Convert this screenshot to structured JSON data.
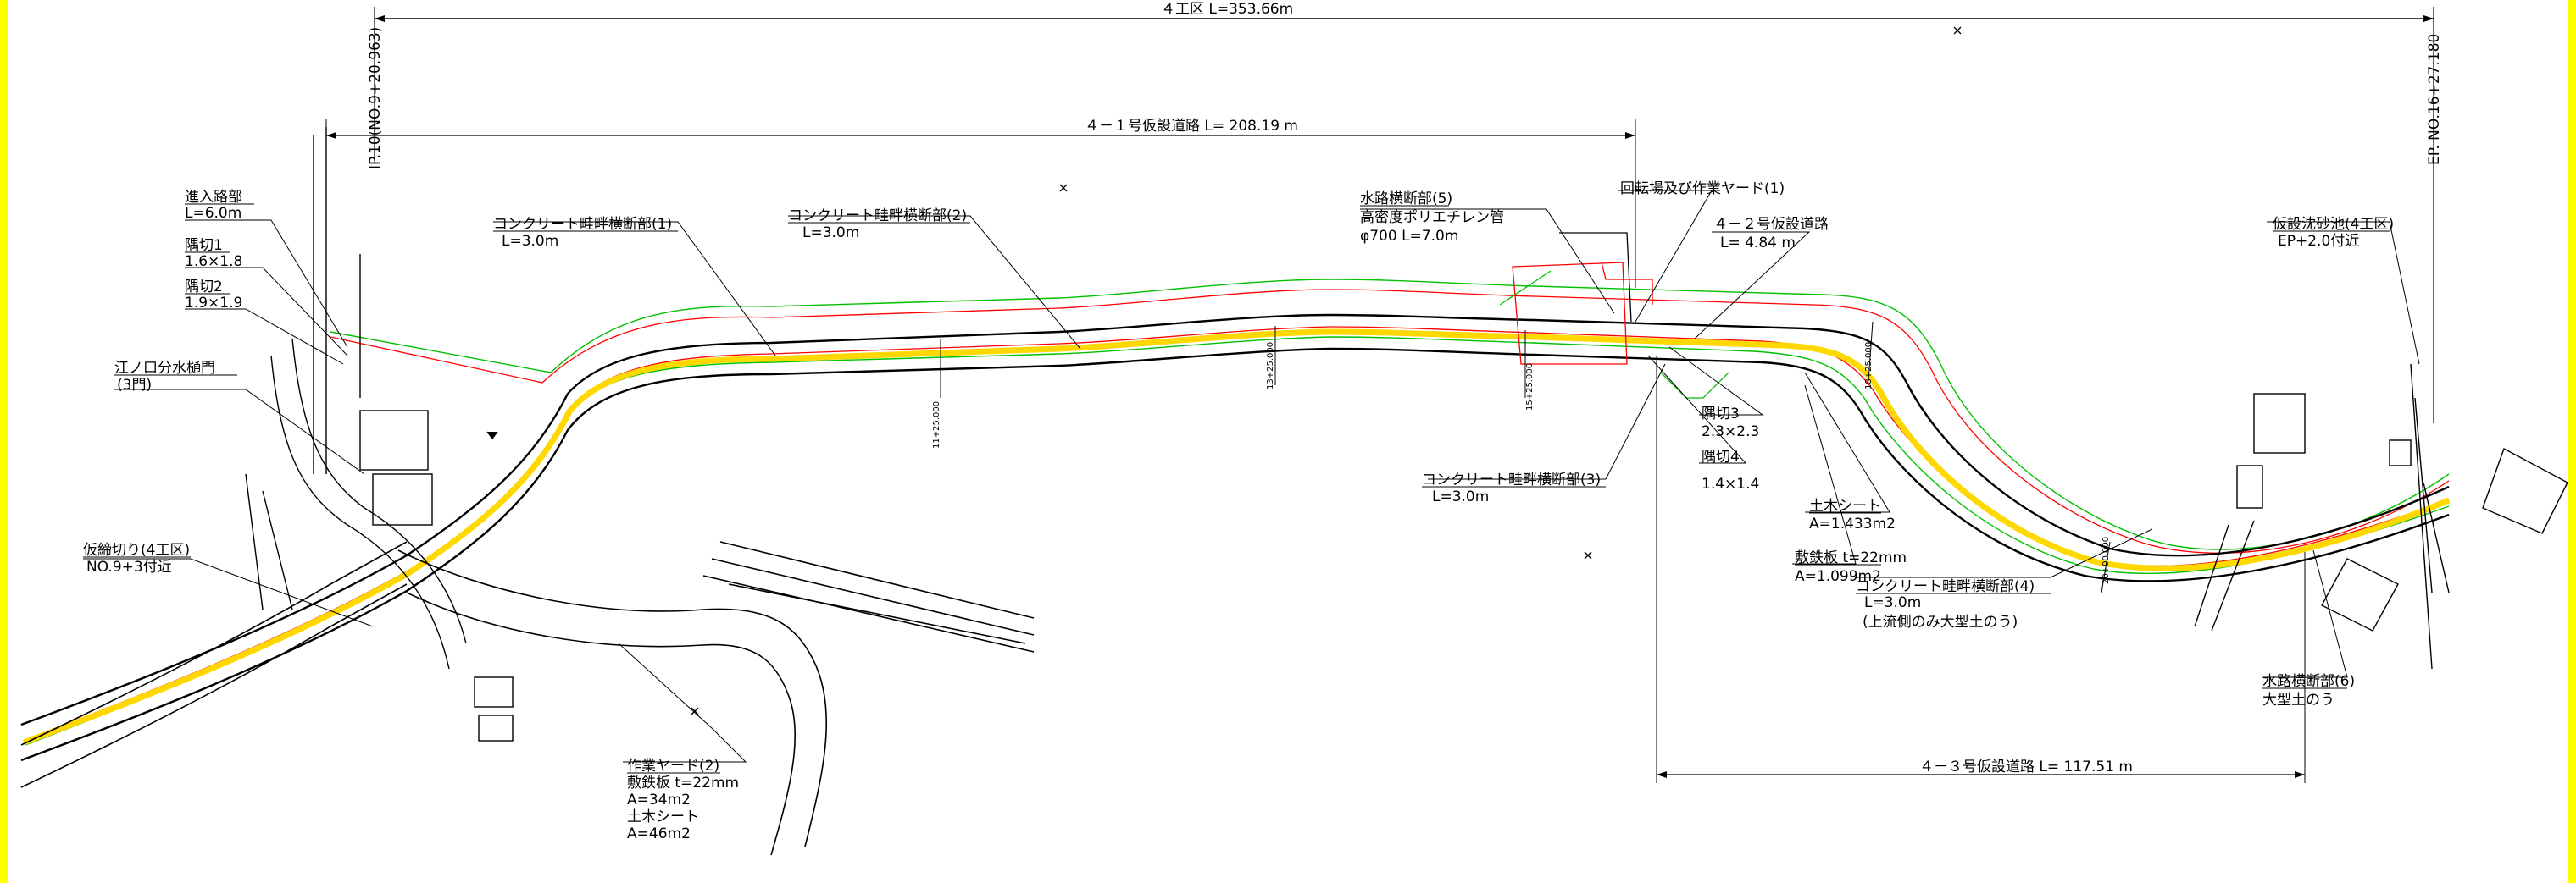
{
  "dimensions": {
    "section_total": "４工区 L=353.66m",
    "road_4_1": "４－１号仮設道路 L= 208.19 m",
    "road_4_3": "４－３号仮設道路 L= 117.51 m",
    "ip_station": "IP.10(NO.9+20.963)",
    "ep_station": "EP. NO.16+27.180"
  },
  "labels": {
    "entry_line1": "進入路部",
    "entry_line2": "L=6.0m",
    "corner1_line1": "隅切1",
    "corner1_line2": "1.6×1.8",
    "corner2_line1": "隅切2",
    "corner2_line2": "1.9×1.9",
    "gate_line1": "江ノ口分水樋門",
    "gate_line2": "(3門)",
    "temp_close_line1": "仮締切り(4工区)",
    "temp_close_line2": "NO.9+3付近",
    "ridge1_line1": "コンクリート畦畔横断部(1)",
    "ridge1_line2": "L=3.0m",
    "ridge2_line1": "コンクリート畦畔横断部(2)",
    "ridge2_line2": "L=3.0m",
    "waterway5_line1": "水路横断部(5)",
    "waterway5_line2": "高密度ポリエチレン管",
    "waterway5_line3": "φ700 L=7.0m",
    "turn_yard": "回転場及び作業ヤード(1)",
    "road42_line1": "４－２号仮設道路",
    "road42_line2": "L= 4.84 m",
    "corner3_line1": "隅切3",
    "corner3_line2": "2.3×2.3",
    "corner4_line1": "隅切4",
    "corner4_line2": "1.4×1.4",
    "ridge3_line1": "コンクリート畦畔横断部(3)",
    "ridge3_line2": "L=3.0m",
    "sheet_line1": "土木シート",
    "sheet_line2": "A=1.433m2",
    "plate_line1": "敷鉄板 t=22mm",
    "plate_line2": "A=1.099m2",
    "ridge4_line1": "コンクリート畦畔横断部(4)",
    "ridge4_line2": "L=3.0m",
    "ridge4_line3": "(上流側のみ大型土のう)",
    "sand_pit_line1": "仮設沈砂池(4工区)",
    "sand_pit_line2": "EP+2.0付近",
    "waterway6_line1": "水路横断部(6)",
    "waterway6_line2": "大型土のう",
    "yard2_line1": "作業ヤード(2)",
    "yard2_line2": "敷鉄板 t=22mm",
    "yard2_line3": "A=34m2",
    "yard2_line4": "土木シート",
    "yard2_line5": "A=46m2"
  },
  "stations": {
    "no_21_1000": "11+25.000",
    "no_13_0000": "13+25.000",
    "no_15_0000": "15+25.000",
    "no_18_0000": "18+25.000",
    "no_20_0000": "20+00.000"
  },
  "colors": {
    "frame": "#ffff00",
    "road_edge": "#000000",
    "offset_red": "#ff0000",
    "offset_green": "#00c000",
    "centerline_yellow": "#ffd800",
    "dim_line": "#000000"
  }
}
